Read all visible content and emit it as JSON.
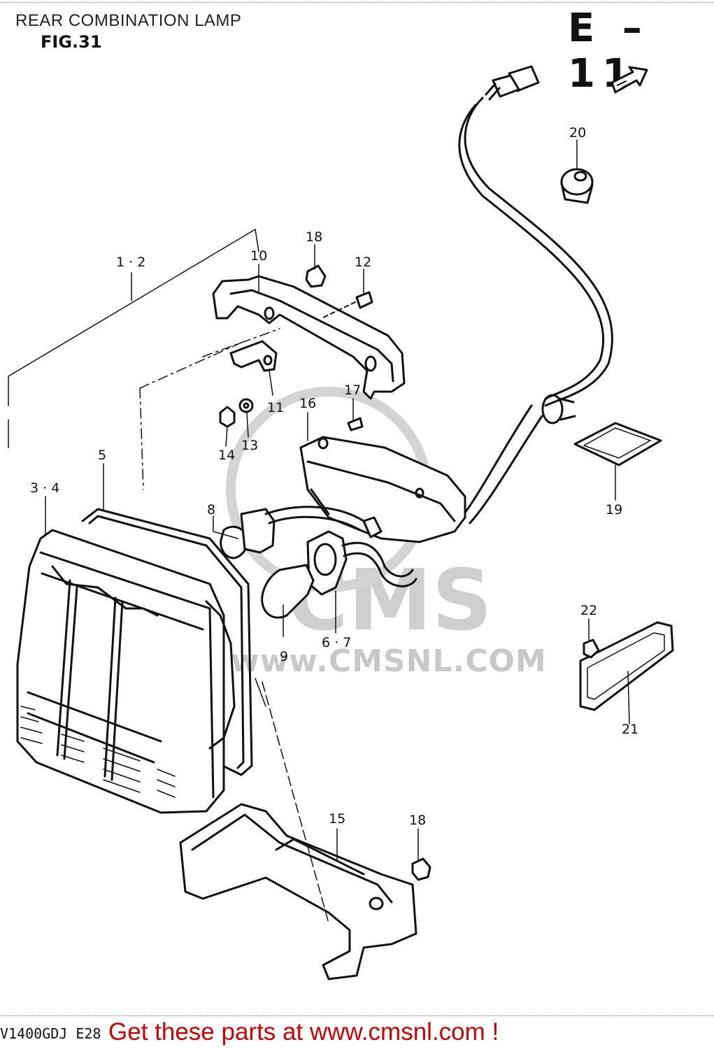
{
  "header": {
    "title": "REAR COMBINATION LAMP",
    "figure": "FIG.31",
    "page_code": "E – 11"
  },
  "footer": {
    "model_code": "V1400GDJ E28",
    "cta": "Get these parts at www.cmsnl.com !"
  },
  "watermark": {
    "brand": "CMS",
    "url": "www.CMSNL.COM"
  },
  "callouts": {
    "c1_2": "1 · 2",
    "c3_4": "3 · 4",
    "c5": "5",
    "c6_7": "6 · 7",
    "c8": "8",
    "c9": "9",
    "c10": "10",
    "c11": "11",
    "c12": "12",
    "c13": "13",
    "c14": "14",
    "c15": "15",
    "c16": "16",
    "c17": "17",
    "c18a": "18",
    "c18b": "18",
    "c19": "19",
    "c20": "20",
    "c21": "21",
    "c22": "22"
  },
  "colors": {
    "line": "#111111",
    "watermark": "#cfcfcf",
    "cta": "#cc0000"
  }
}
